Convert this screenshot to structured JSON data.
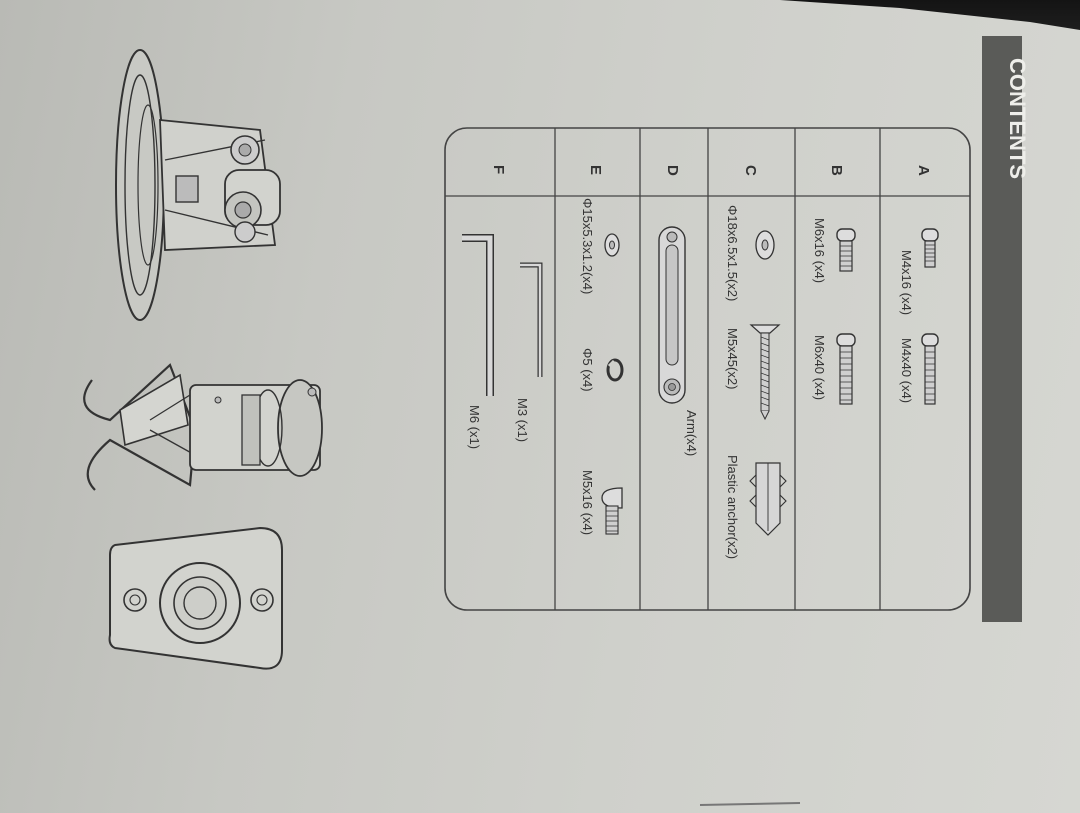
{
  "header": {
    "title": "CONTENTS"
  },
  "rows": [
    {
      "letter": "A",
      "items": [
        {
          "label": "M4x16 (x4)",
          "icon": "short-screw-icon"
        },
        {
          "label": "M4x40 (x4)",
          "icon": "long-screw-icon"
        }
      ]
    },
    {
      "letter": "B",
      "items": [
        {
          "label": "M6x16 (x4)",
          "icon": "short-screw-icon"
        },
        {
          "label": "M6x40 (x4)",
          "icon": "long-screw-icon"
        }
      ]
    },
    {
      "letter": "C",
      "items": [
        {
          "label": "Φ18x6.5x1.5(x2)",
          "icon": "washer-icon"
        },
        {
          "label": "M5x45(x2)",
          "icon": "wood-screw-icon"
        },
        {
          "label": "Plastic anchor(x2)",
          "icon": "plastic-anchor-icon"
        }
      ]
    },
    {
      "letter": "D",
      "items": [
        {
          "label": "Arm(x4)",
          "icon": "arm-bracket-icon"
        }
      ]
    },
    {
      "letter": "E",
      "items": [
        {
          "label": "Φ15x5.3x1.2(x4)",
          "icon": "washer-icon"
        },
        {
          "label": "Φ5 (x4)",
          "icon": "lock-washer-icon"
        },
        {
          "label": "M5x16 (x4)",
          "icon": "round-head-screw-icon"
        }
      ]
    },
    {
      "letter": "F",
      "items": [
        {
          "label": "M3 (x1)",
          "icon": "small-allen-key-icon"
        },
        {
          "label": "M6 (x1)",
          "icon": "large-allen-key-icon"
        }
      ]
    }
  ],
  "colors": {
    "header_band": "#5a5b58",
    "header_text": "#eeeeea",
    "table_border": "#444444"
  }
}
